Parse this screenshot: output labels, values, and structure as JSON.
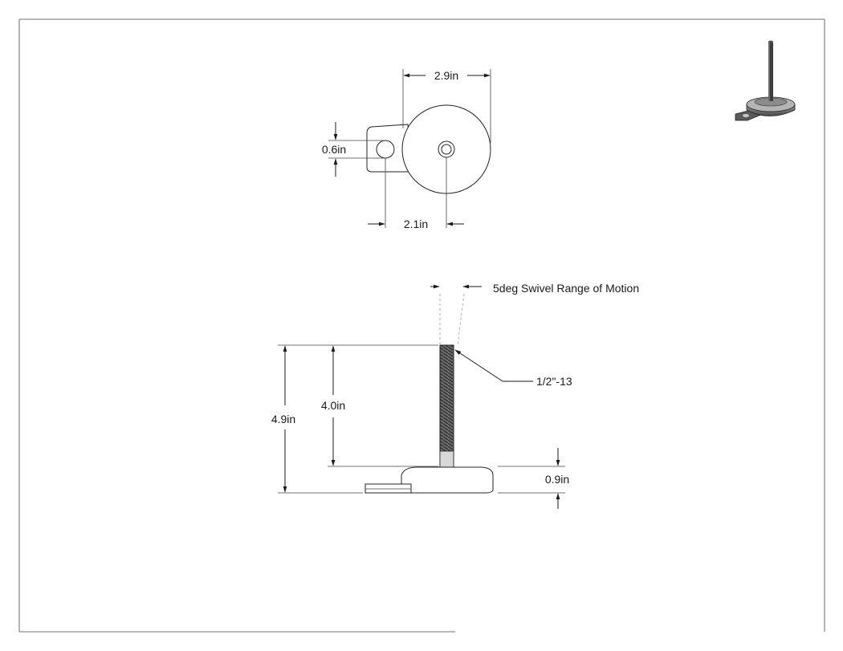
{
  "top_view": {
    "dim_diameter": "2.9in",
    "dim_hole": "0.6in",
    "dim_hole_spacing": "2.1in"
  },
  "side_view": {
    "dim_swivel": "5deg Swivel Range of Motion",
    "dim_thread": "1/2\"-13",
    "dim_overall_height": "4.9in",
    "dim_stud_height": "4.0in",
    "dim_base_height": "0.9in"
  },
  "iso_view": {
    "icon": "leveling-mount-isometric"
  }
}
